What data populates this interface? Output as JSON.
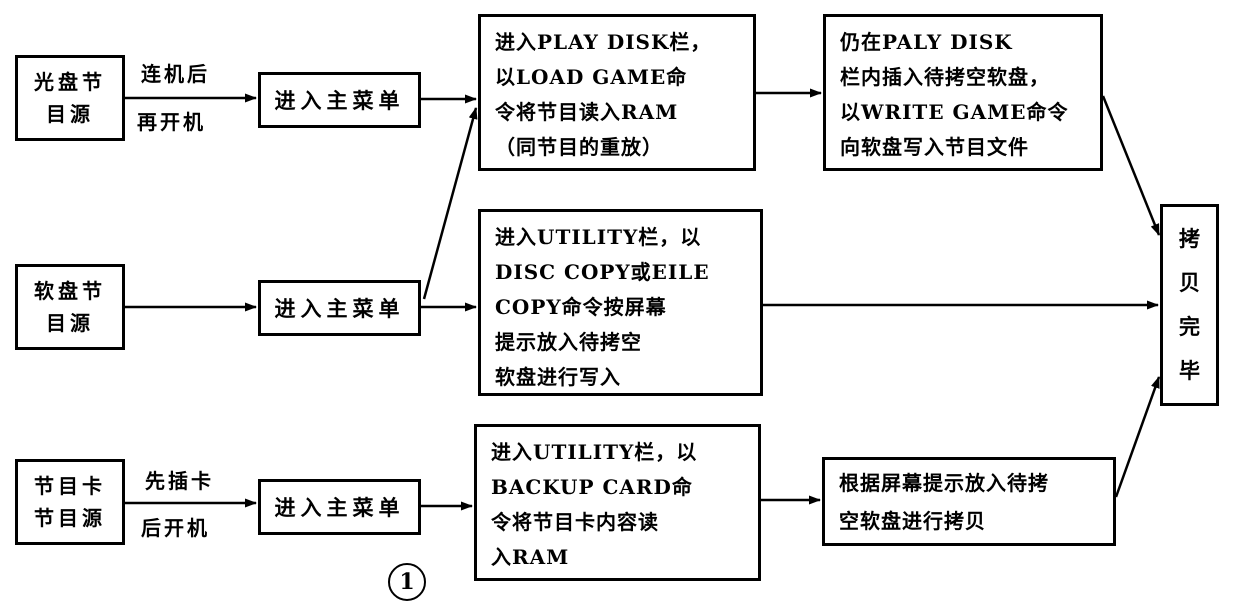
{
  "colors": {
    "ink": "#000000",
    "paper": "#ffffff"
  },
  "caption": {
    "number": "1"
  },
  "nodes": {
    "source_cd": {
      "lines": [
        "光盘节",
        "目源"
      ]
    },
    "source_floppy": {
      "lines": [
        "软盘节",
        "目源"
      ]
    },
    "source_card": {
      "lines": [
        "节目卡",
        "节目源"
      ]
    },
    "menu1": {
      "label": "进入主菜单"
    },
    "menu2": {
      "label": "进入主菜单"
    },
    "menu3": {
      "label": "进入主菜单"
    },
    "play_disk": {
      "lines": [
        "进入PLAY DISK栏，",
        "以LOAD GAME命",
        "令将节目读入RAM",
        "（同节目的重放）"
      ]
    },
    "write_game": {
      "lines": [
        "仍在PALY DISK",
        "栏内插入待拷空软盘，",
        "以WRITE GAME命令",
        "向软盘写入节目文件"
      ]
    },
    "disc_copy": {
      "lines": [
        "进入UTILITY栏，以",
        "DISC COPY或EILE",
        "COPY命令按屏幕",
        "提示放入待拷空",
        "软盘进行写入"
      ]
    },
    "backup_card": {
      "lines": [
        "进入UTILITY栏，以",
        "BACKUP CARD命",
        "令将节目卡内容读",
        "入RAM"
      ]
    },
    "screen_prompt": {
      "lines": [
        "根据屏幕提示放入待拷",
        "空软盘进行拷贝"
      ]
    },
    "done": {
      "chars": [
        "拷",
        "贝",
        "完",
        "毕"
      ]
    }
  },
  "edge_labels": {
    "cd_to_menu": {
      "top": "连机后",
      "bottom": "再开机"
    },
    "card_to_menu": {
      "top": "先插卡",
      "bottom": "后开机"
    }
  }
}
